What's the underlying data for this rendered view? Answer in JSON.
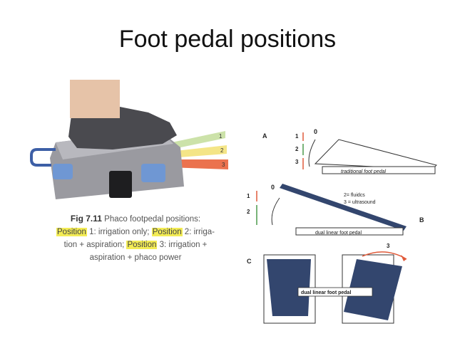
{
  "slide": {
    "title": "Foot pedal positions"
  },
  "photo": {
    "labels": [
      "1",
      "2",
      "3"
    ]
  },
  "caption": {
    "fig_label": "Fig 7.11",
    "line1": "Phaco footpedal positions:",
    "hl1": "Position",
    "part1": " 1: irrigation only; ",
    "hl2": "Position",
    "part2": " 2: irriga-",
    "line3": "tion + aspiration; ",
    "hl3": "Position",
    "part3": " 3: irrigation +",
    "line4": "aspiration + phaco power"
  },
  "diagram_a": {
    "letter": "A",
    "zero": "0",
    "positions": [
      "1",
      "2",
      "3"
    ],
    "label": "traditional foot pedal"
  },
  "diagram_b": {
    "letter": "B",
    "zero": "0",
    "positions": [
      "1",
      "2"
    ],
    "legend2": "2= fluidcs",
    "legend3": "3 = ultrasound",
    "label": "dual linear foot pedal"
  },
  "diagram_c": {
    "letter": "C",
    "arrow_label": "3",
    "label": "dual linear foot pedal"
  },
  "colors": {
    "pedal_blue": "#33466e",
    "arrow_red": "#e05a3a",
    "arrow_green": "#4c9a4c",
    "highlight": "#f3ec55"
  }
}
